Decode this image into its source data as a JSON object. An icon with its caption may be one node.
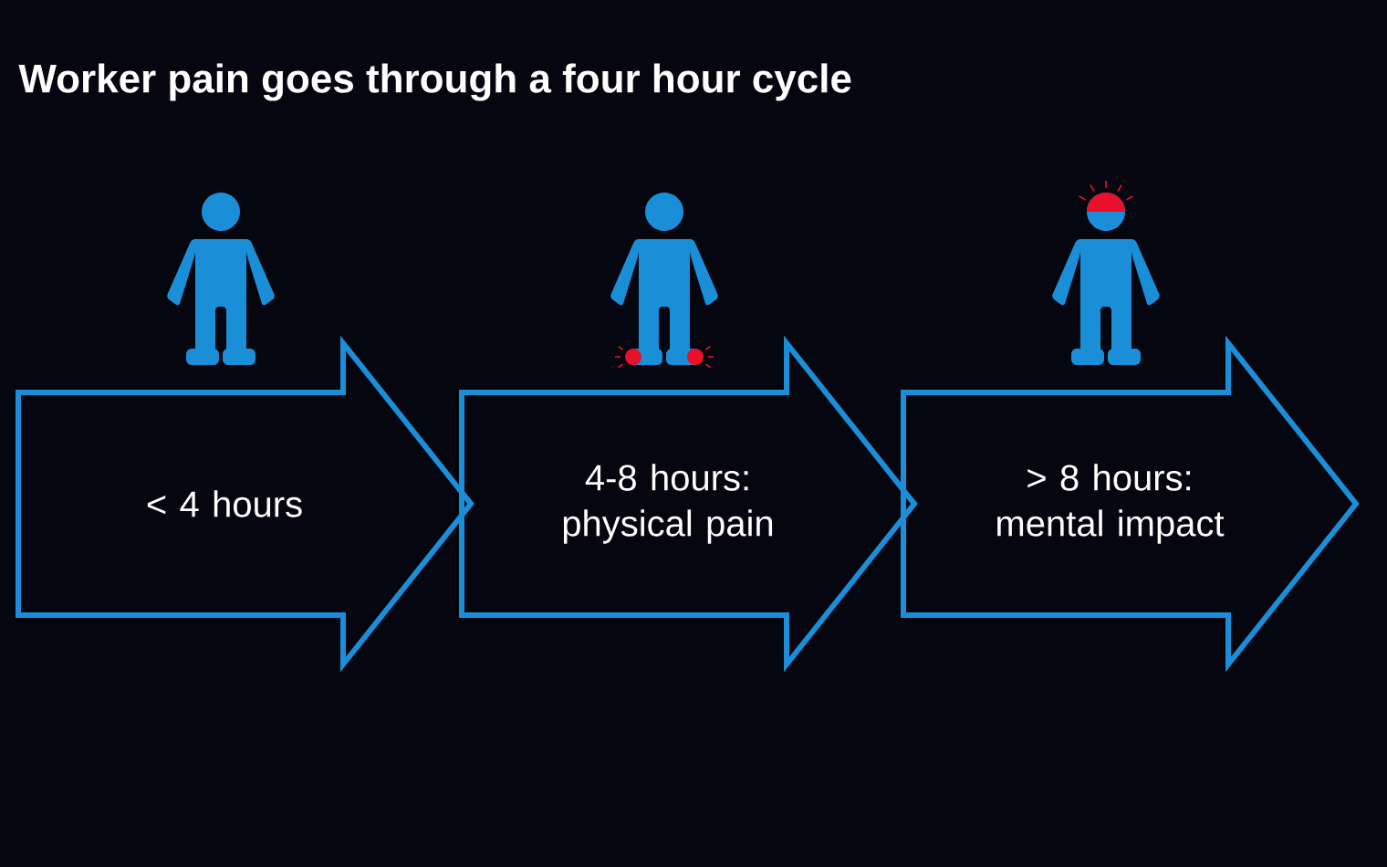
{
  "diagram": {
    "title": "Worker pain goes through a four hour cycle",
    "nodes": [
      {
        "text": [
          "< 4 hours"
        ]
      },
      {
        "text": [
          "4-8 hours: physical pain"
        ]
      },
      {
        "text": [
          "> 8 hours: mental impact"
        ]
      }
    ]
  }
}
